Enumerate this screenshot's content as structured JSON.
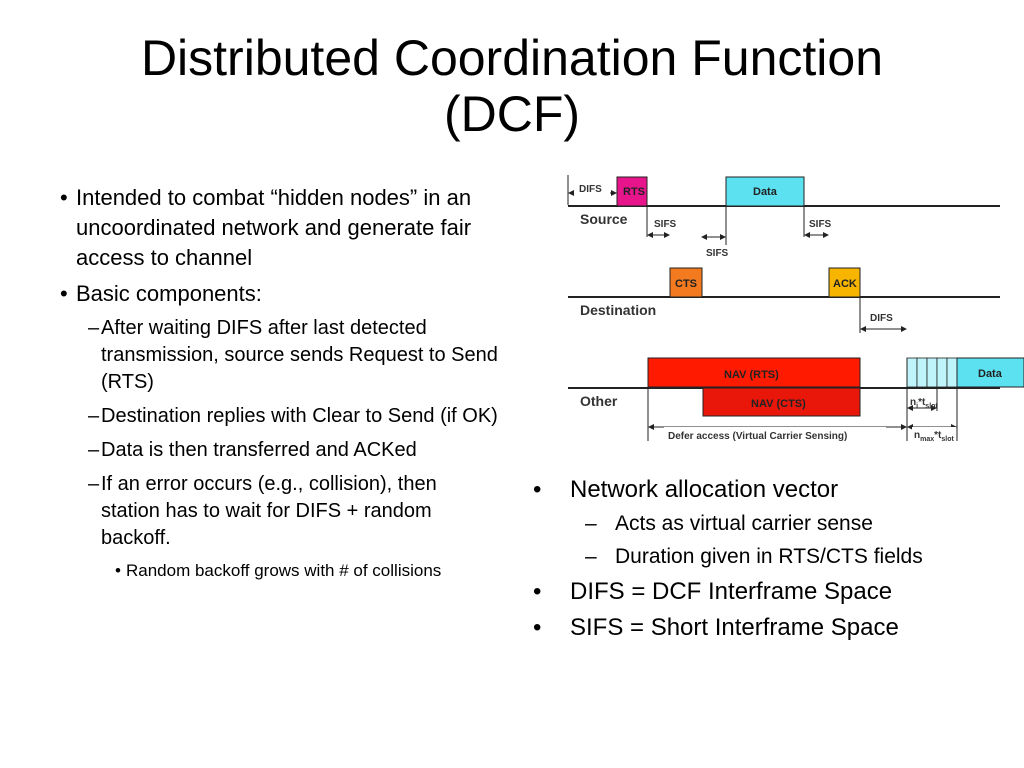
{
  "title": {
    "line1": "Distributed Coordination Function",
    "line2": "(DCF)"
  },
  "left_bullets": {
    "intended": "Intended to combat “hidden nodes” in an uncoordinated network and generate fair access to channel",
    "basic": "Basic components:",
    "sub": [
      "After waiting DIFS after last detected transmission, source sends Request to Send (RTS)",
      "Destination replies with Clear to Send (if OK)",
      "Data is then transferred and ACKed",
      "If an error occurs (e.g., collision), then station has to wait for DIFS + random backoff."
    ],
    "subsub": "Random backoff grows with # of collisions"
  },
  "right_bullets": {
    "nav": "Network allocation vector",
    "nav_sub": [
      "Acts as virtual carrier sense",
      "Duration given in RTS/CTS fields"
    ],
    "difs": "DIFS = DCF Interframe Space",
    "sifs": "SIFS = Short Interframe Space"
  },
  "markers": {
    "bullet": "•",
    "dash": "–",
    "spaced_dash": "–"
  },
  "diagram": {
    "rows": {
      "source": "Source",
      "destination": "Destination",
      "other": "Other"
    },
    "frames": {
      "rts": "RTS",
      "data_source": "Data",
      "cts": "CTS",
      "ack": "ACK",
      "nav_rts": "NAV (RTS)",
      "nav_cts": "NAV (CTS)",
      "data_other": "Data"
    },
    "intervals": {
      "difs_top": "DIFS",
      "sifs1": "SIFS",
      "sifs2": "SIFS",
      "sifs3": "SIFS",
      "difs_dest": "DIFS"
    },
    "defer": "Defer access (Virtual Carrier Sensing)",
    "backoff": {
      "ni": "n",
      "ni_sub": "i",
      "nmax": "n",
      "nmax_sub": "max",
      "t": "*t",
      "t_sub": "slot"
    },
    "colors": {
      "rts": "#e8148c",
      "data": "#5ce1f0",
      "cts_ack": "#f47a1f",
      "ack": "#f7b500",
      "nav_rts": "#ff1a00",
      "nav_cts": "#e8170a",
      "slot": "#bff5fa",
      "line": "#222222"
    }
  }
}
